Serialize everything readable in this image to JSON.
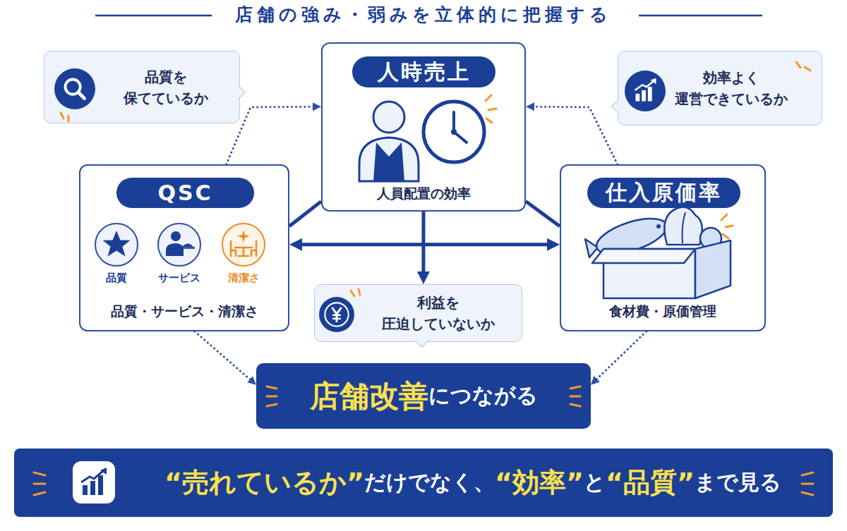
{
  "diagram": {
    "title": "店舗の強み・弱みを立体的に把握する",
    "nodes": [
      {
        "text": [
          "品質を 保てているか"
        ]
      },
      {
        "text": [
          "人時売上",
          "人員配置の効率"
        ]
      },
      {
        "text": [
          "効率よく 運営できているか"
        ]
      },
      {
        "text": [
          "QSC",
          "品質・サービス・清潔さ"
        ]
      },
      {
        "text": [
          "品質"
        ],
        "in": 3
      },
      {
        "text": [
          "サービス"
        ],
        "in": 3
      },
      {
        "text": [
          "清潔さ"
        ],
        "in": 3
      },
      {
        "text": [
          "仕入原価率",
          "食材費・原価管理"
        ]
      },
      {
        "text": [
          "利益を 圧迫していないか"
        ]
      },
      {
        "text": [
          "店舗改善",
          "につながる"
        ]
      },
      {
        "text": [
          "“売れているか”",
          "だけでなく、",
          "“効率”",
          "と",
          "“品質”",
          "まで見る"
        ]
      }
    ],
    "edges": [
      {
        "from": 3,
        "to": 1,
        "arrow": "to"
      },
      {
        "from": 7,
        "to": 1,
        "arrow": "to"
      },
      {
        "from": 1,
        "to": 3,
        "arrow": "none"
      },
      {
        "from": 1,
        "to": 7,
        "arrow": "none"
      },
      {
        "from": 3,
        "to": 7,
        "arrow": "both"
      },
      {
        "from": 1,
        "to": 8,
        "arrow": "to"
      },
      {
        "from": 3,
        "to": 9,
        "arrow": "to"
      },
      {
        "from": 7,
        "to": 9,
        "arrow": "to"
      }
    ]
  }
}
